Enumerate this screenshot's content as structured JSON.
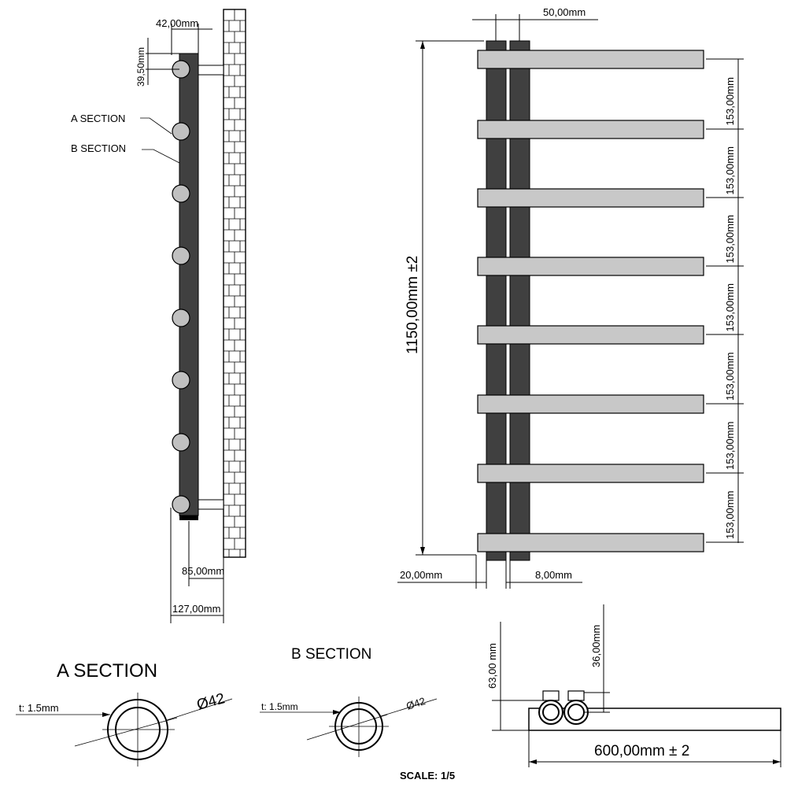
{
  "colors": {
    "column": "#404040",
    "bar": "#c8c8c8",
    "tube": "#c0c0c0",
    "outline": "#000000"
  },
  "side_view": {
    "dim_width": "42,00mm",
    "dim_offset": "39,50mm",
    "label_a": "A SECTION",
    "label_b": "B SECTION",
    "dim_bracket": "85,00mm",
    "dim_depth": "127,00mm"
  },
  "front_view": {
    "dim_column_gap": "50,00mm",
    "dim_height": "1150,00mm ±2",
    "dim_spacing": "153,00mm",
    "dim_left": "20,00mm",
    "dim_right": "8,00mm"
  },
  "sections": {
    "a_title": "A SECTION",
    "a_thickness": "t: 1.5mm",
    "a_diameter": "Ø42",
    "b_title": "B SECTION",
    "b_thickness": "t: 1.5mm",
    "b_diameter": "Ø42"
  },
  "top_view": {
    "dim_63": "63,00 mm",
    "dim_36": "36,00mm",
    "dim_width": "600,00mm ± 2"
  },
  "scale": "SCALE: 1/5"
}
